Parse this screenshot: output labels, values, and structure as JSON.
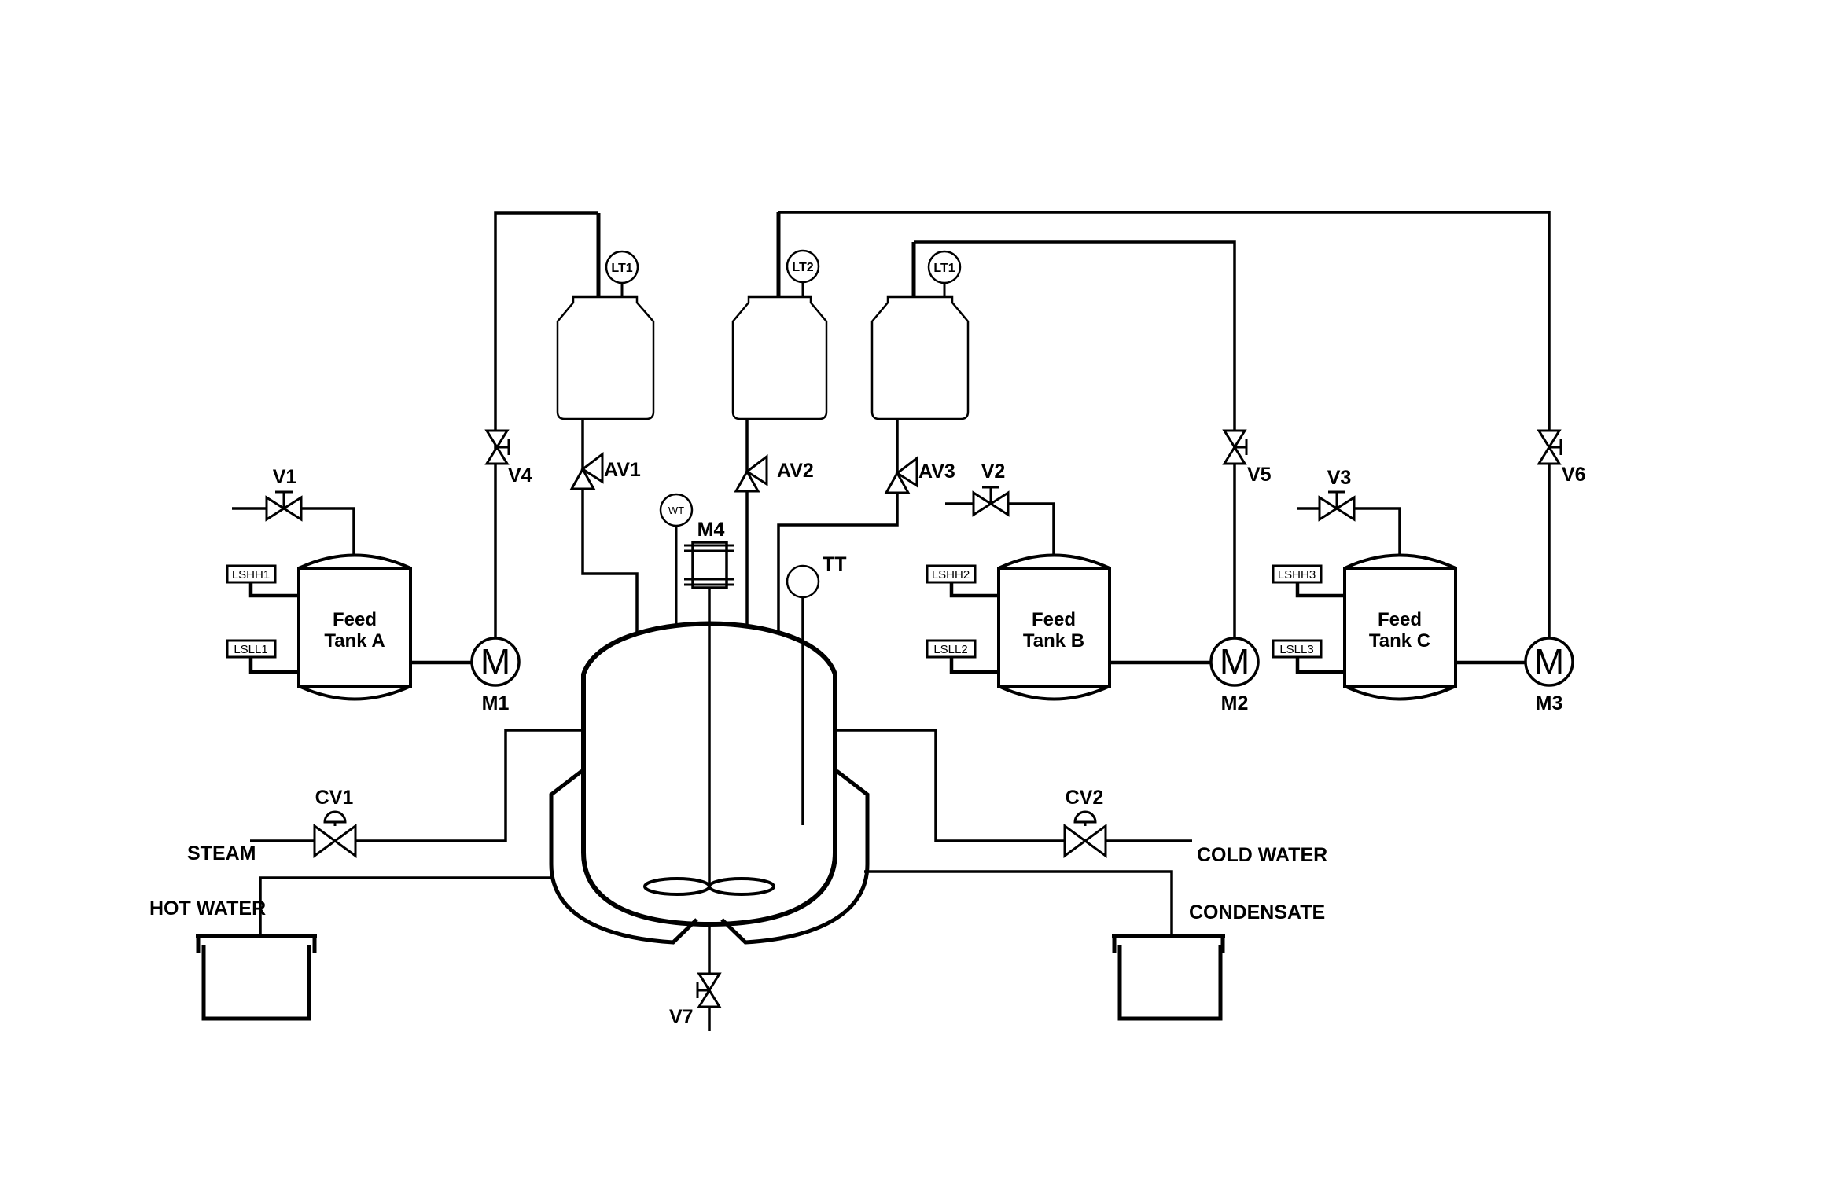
{
  "colors": {
    "line": "#000000",
    "background": "#ffffff"
  },
  "hoppers": [
    {
      "level_transmitter": "LT1",
      "outlet_valve": "AV1"
    },
    {
      "level_transmitter": "LT2",
      "outlet_valve": "AV2"
    },
    {
      "level_transmitter": "LT1",
      "outlet_valve": "AV3"
    }
  ],
  "feed_tanks": [
    {
      "name_line1": "Feed",
      "name_line2": "Tank A",
      "inlet_valve": "V1",
      "high_level_switch": "LSHH1",
      "low_level_switch": "LSLL1",
      "pump": "M1",
      "pump_letter": "M",
      "transfer_valve": "V4"
    },
    {
      "name_line1": "Feed",
      "name_line2": "Tank B",
      "inlet_valve": "V2",
      "high_level_switch": "LSHH2",
      "low_level_switch": "LSLL2",
      "pump": "M2",
      "pump_letter": "M",
      "transfer_valve": "V5"
    },
    {
      "name_line1": "Feed",
      "name_line2": "Tank C",
      "inlet_valve": "V3",
      "high_level_switch": "LSHH3",
      "low_level_switch": "LSLL3",
      "pump": "M3",
      "pump_letter": "M",
      "transfer_valve": "V6"
    }
  ],
  "reactor": {
    "agitator_motor": "M4",
    "weight_transmitter": "WT",
    "temperature_transmitter": "TT",
    "drain_valve": "V7"
  },
  "utilities": {
    "steam_label": "STEAM",
    "steam_valve": "CV1",
    "hot_water_label": "HOT WATER",
    "cold_water_label": "COLD WATER",
    "cold_water_valve": "CV2",
    "condensate_label": "CONDENSATE"
  }
}
